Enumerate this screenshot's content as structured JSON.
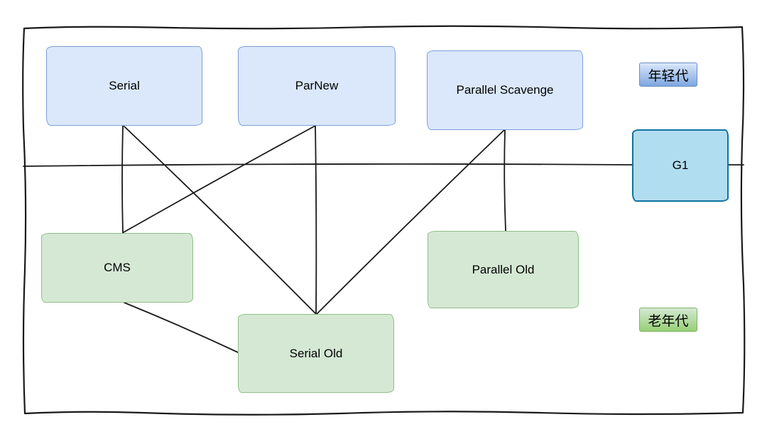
{
  "colors": {
    "young_box_fill": "#dbe8fb",
    "young_box_stroke": "#7b9fd6",
    "g1_fill": "#b1ddf0",
    "g1_stroke": "#10739e",
    "old_box_fill": "#d5e8d4",
    "old_box_stroke": "#8cc084",
    "young_badge_top": "#dae8fc",
    "young_badge_bottom": "#7ea6e0",
    "young_badge_border": "#6c8ebf",
    "old_badge_top": "#d5e8d4",
    "old_badge_bottom": "#97d077",
    "old_badge_border": "#82b366",
    "line": "#1a1a1a",
    "text": "#000000"
  },
  "nodes": {
    "serial": {
      "label": "Serial",
      "generation": "young"
    },
    "parnew": {
      "label": "ParNew",
      "generation": "young"
    },
    "parallel_scavenge": {
      "label": "Parallel Scavenge",
      "generation": "young"
    },
    "g1": {
      "label": "G1",
      "generation": "both"
    },
    "cms": {
      "label": "CMS",
      "generation": "old"
    },
    "serial_old": {
      "label": "Serial Old",
      "generation": "old"
    },
    "parallel_old": {
      "label": "Parallel Old",
      "generation": "old"
    }
  },
  "badges": {
    "young": {
      "label": "年轻代"
    },
    "old": {
      "label": "老年代"
    }
  },
  "edges": [
    {
      "from": "Serial",
      "to": "CMS"
    },
    {
      "from": "Serial",
      "to": "Serial Old"
    },
    {
      "from": "ParNew",
      "to": "CMS"
    },
    {
      "from": "ParNew",
      "to": "Serial Old"
    },
    {
      "from": "Parallel Scavenge",
      "to": "Serial Old"
    },
    {
      "from": "Parallel Scavenge",
      "to": "Parallel Old"
    },
    {
      "from": "CMS",
      "to": "Serial Old"
    }
  ]
}
